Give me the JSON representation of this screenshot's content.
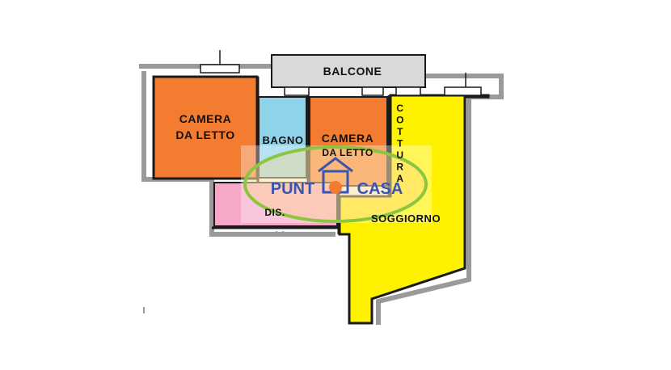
{
  "rooms": {
    "camera1": {
      "line1": "CAMERA",
      "line2": "DA LETTO",
      "color": "#F47C30"
    },
    "bagno": {
      "label": "BAGNO",
      "color": "#8FD3EA"
    },
    "camera2": {
      "line1": "CAMERA",
      "line2": "DA LETTO",
      "color": "#F47C30"
    },
    "cottura": {
      "letters": [
        "C",
        "O",
        "T",
        "T",
        "U",
        "R",
        "A"
      ],
      "color": "#FFF200"
    },
    "balcone": {
      "label": "BALCONE",
      "color": "#D9D9D9"
    },
    "dis": {
      "label": "DIS.",
      "color": "#F7A8C8"
    },
    "soggiorno": {
      "label": "SOGGIORNO",
      "color": "#FFF200"
    }
  },
  "watermark": {
    "brand_part1": "PUNT",
    "brand_part2": "CASA",
    "color": "#3A55B0",
    "ellipse_color": "#8CC63F"
  },
  "colors": {
    "wall": "#1a1a1a",
    "wall_gray": "#9a9a9a"
  }
}
